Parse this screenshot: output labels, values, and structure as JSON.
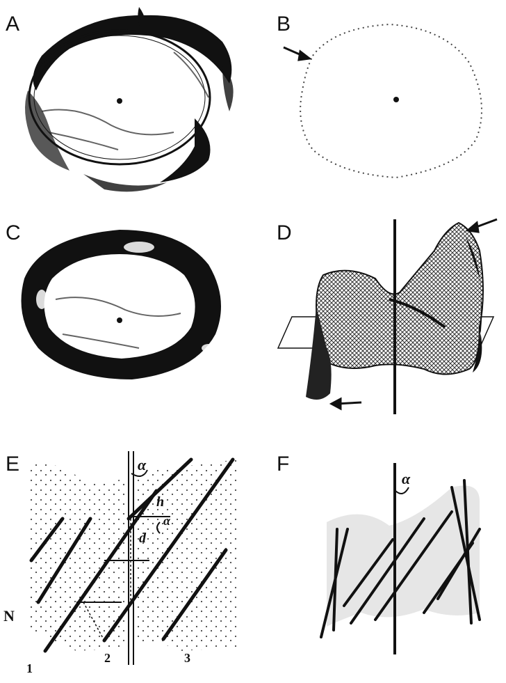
{
  "panels": [
    {
      "id": "A",
      "label": "A"
    },
    {
      "id": "B",
      "label": "B"
    },
    {
      "id": "C",
      "label": "C"
    },
    {
      "id": "D",
      "label": "D"
    },
    {
      "id": "E",
      "label": "E"
    },
    {
      "id": "F",
      "label": "F"
    }
  ],
  "panel_e": {
    "alpha_top": "α",
    "h": "h",
    "alpha_inner": "α",
    "d": "d",
    "n": "N",
    "strand_numbers": [
      "1",
      "2",
      "3"
    ]
  },
  "panel_f": {
    "alpha": "α"
  },
  "colors": {
    "ink": "#111111",
    "background": "#ffffff"
  }
}
